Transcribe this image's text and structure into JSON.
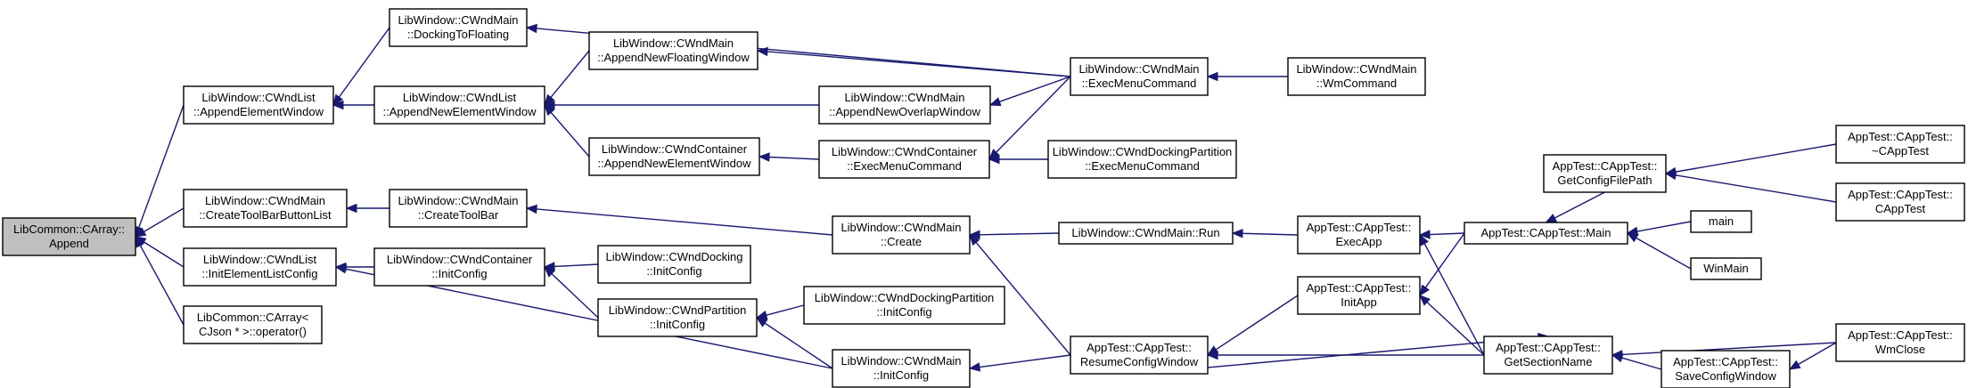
{
  "diagram": {
    "nodes": [
      {
        "id": "n0",
        "lines": [
          "LibCommon::CArray::",
          "Append"
        ],
        "root": true
      },
      {
        "id": "n1",
        "lines": [
          "LibWindow::CWndList",
          "::AppendElementWindow"
        ]
      },
      {
        "id": "n2",
        "lines": [
          "LibWindow::CWndMain",
          "::CreateToolBarButtonList"
        ]
      },
      {
        "id": "n3",
        "lines": [
          "LibWindow::CWndList",
          "::InitElementListConfig"
        ]
      },
      {
        "id": "n4",
        "lines": [
          "LibCommon::CArray<",
          "CJson * >::operator()"
        ]
      },
      {
        "id": "n5",
        "lines": [
          "LibWindow::CWndMain",
          "::DockingToFloating"
        ]
      },
      {
        "id": "n6",
        "lines": [
          "LibWindow::CWndList",
          "::AppendNewElementWindow"
        ]
      },
      {
        "id": "n7",
        "lines": [
          "LibWindow::CWndMain",
          "::CreateToolBar"
        ]
      },
      {
        "id": "n8",
        "lines": [
          "LibWindow::CWndContainer",
          "::InitConfig"
        ]
      },
      {
        "id": "n9",
        "lines": [
          "LibWindow::CWndMain",
          "::AppendNewFloatingWindow"
        ]
      },
      {
        "id": "n10",
        "lines": [
          "LibWindow::CWndContainer",
          "::AppendNewElementWindow"
        ]
      },
      {
        "id": "n11",
        "lines": [
          "LibWindow::CWndDocking",
          "::InitConfig"
        ]
      },
      {
        "id": "n12",
        "lines": [
          "LibWindow::CWndPartition",
          "::InitConfig"
        ]
      },
      {
        "id": "n13",
        "lines": [
          "LibWindow::CWndMain",
          "::AppendNewOverlapWindow"
        ]
      },
      {
        "id": "n14",
        "lines": [
          "LibWindow::CWndContainer",
          "::ExecMenuCommand"
        ]
      },
      {
        "id": "n15",
        "lines": [
          "LibWindow::CWndMain",
          "::Create"
        ]
      },
      {
        "id": "n16",
        "lines": [
          "LibWindow::CWndDockingPartition",
          "::InitConfig"
        ]
      },
      {
        "id": "n17",
        "lines": [
          "LibWindow::CWndMain",
          "::InitConfig"
        ]
      },
      {
        "id": "n18",
        "lines": [
          "LibWindow::CWndMain",
          "::ExecMenuCommand"
        ]
      },
      {
        "id": "n19",
        "lines": [
          "LibWindow::CWndDockingPartition",
          "::ExecMenuCommand"
        ]
      },
      {
        "id": "n20",
        "lines": [
          "LibWindow::CWndMain::Run"
        ]
      },
      {
        "id": "n21",
        "lines": [
          "AppTest::CAppTest::",
          "ResumeConfigWindow"
        ]
      },
      {
        "id": "n22",
        "lines": [
          "LibWindow::CWndMain",
          "::WmCommand"
        ]
      },
      {
        "id": "n23",
        "lines": [
          "AppTest::CAppTest::",
          "ExecApp"
        ]
      },
      {
        "id": "n24",
        "lines": [
          "AppTest::CAppTest::",
          "InitApp"
        ]
      },
      {
        "id": "n25",
        "lines": [
          "AppTest::CAppTest::",
          "GetConfigFilePath"
        ]
      },
      {
        "id": "n26",
        "lines": [
          "AppTest::CAppTest::Main"
        ]
      },
      {
        "id": "n27",
        "lines": [
          "AppTest::CAppTest::",
          "GetSectionName"
        ]
      },
      {
        "id": "n28",
        "lines": [
          "AppTest::CAppTest::",
          "SaveConfigWindow"
        ]
      },
      {
        "id": "n29",
        "lines": [
          "AppTest::CAppTest::",
          "~CAppTest"
        ]
      },
      {
        "id": "n30",
        "lines": [
          "AppTest::CAppTest::",
          "CAppTest"
        ]
      },
      {
        "id": "n31",
        "lines": [
          "main"
        ]
      },
      {
        "id": "n32",
        "lines": [
          "WinMain"
        ]
      },
      {
        "id": "n33",
        "lines": [
          "AppTest::CAppTest::",
          "WmClose"
        ]
      }
    ],
    "edges": [
      {
        "from": "n1",
        "to": "n0"
      },
      {
        "from": "n2",
        "to": "n0"
      },
      {
        "from": "n3",
        "to": "n0"
      },
      {
        "from": "n4",
        "to": "n0"
      },
      {
        "from": "n5",
        "to": "n1"
      },
      {
        "from": "n6",
        "to": "n1"
      },
      {
        "from": "n7",
        "to": "n2"
      },
      {
        "from": "n8",
        "to": "n3"
      },
      {
        "from": "n17",
        "to": "n3"
      },
      {
        "from": "n18",
        "to": "n5"
      },
      {
        "from": "n9",
        "to": "n6"
      },
      {
        "from": "n13",
        "to": "n6"
      },
      {
        "from": "n10",
        "to": "n6"
      },
      {
        "from": "n15",
        "to": "n7"
      },
      {
        "from": "n11",
        "to": "n8"
      },
      {
        "from": "n12",
        "to": "n8"
      },
      {
        "from": "n18",
        "to": "n9"
      },
      {
        "from": "n14",
        "to": "n10"
      },
      {
        "from": "n16",
        "to": "n12"
      },
      {
        "from": "n17",
        "to": "n12"
      },
      {
        "from": "n18",
        "to": "n13"
      },
      {
        "from": "n18",
        "to": "n14"
      },
      {
        "from": "n19",
        "to": "n14"
      },
      {
        "from": "n20",
        "to": "n15"
      },
      {
        "from": "n21",
        "to": "n15"
      },
      {
        "from": "n21",
        "to": "n17"
      },
      {
        "from": "n22",
        "to": "n18"
      },
      {
        "from": "n23",
        "to": "n20"
      },
      {
        "from": "n24",
        "to": "n21"
      },
      {
        "from": "n27",
        "to": "n21"
      },
      {
        "from": "n26",
        "to": "n23"
      },
      {
        "from": "n27",
        "to": "n23"
      },
      {
        "from": "n26",
        "to": "n24"
      },
      {
        "from": "n27",
        "to": "n24"
      },
      {
        "from": "n29",
        "to": "n25"
      },
      {
        "from": "n30",
        "to": "n25"
      },
      {
        "from": "n25",
        "to": "n26"
      },
      {
        "from": "n31",
        "to": "n26"
      },
      {
        "from": "n32",
        "to": "n26"
      },
      {
        "from": "n21",
        "to": "n27"
      },
      {
        "from": "n28",
        "to": "n27"
      },
      {
        "from": "n33",
        "to": "n27"
      },
      {
        "from": "n33",
        "to": "n28"
      }
    ]
  }
}
